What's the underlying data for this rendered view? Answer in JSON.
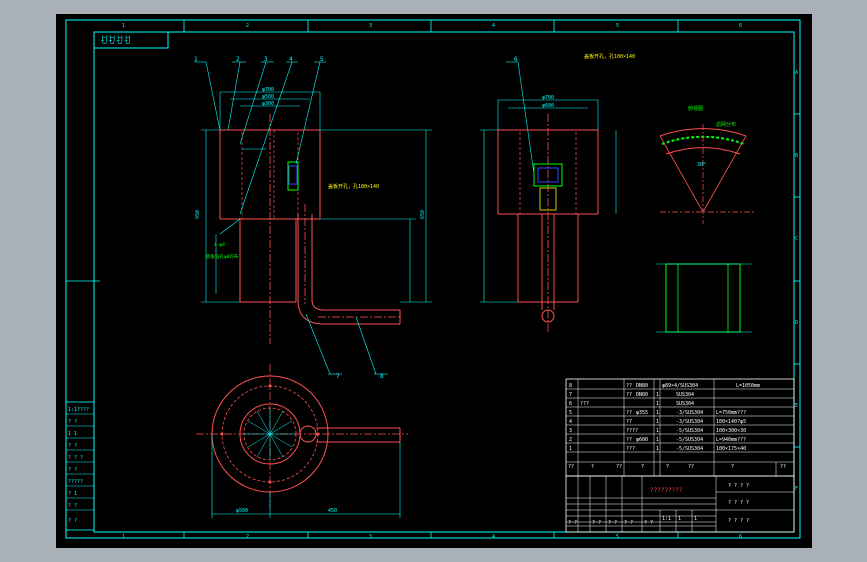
{
  "frame": {
    "cols": [
      "1",
      "2",
      "3",
      "4",
      "5",
      "6"
    ],
    "rows": [
      "A",
      "B",
      "C",
      "D",
      "E",
      "F"
    ]
  },
  "corner_tag": "\u0000\u0000\u0000\u0000",
  "corner_tag_text": "ꀀꀀꀀꀀ",
  "balloons": [
    "1",
    "2",
    "3",
    "4",
    "5",
    "6",
    "7",
    "8"
  ],
  "annotations": {
    "front_note": "盖板开孔，孔100×140",
    "side_note": "盖板开孔，孔100×140",
    "left_note1": "4-φ8",
    "left_note2": "底板钻孔φ8均布",
    "section_title": "俯视图",
    "section_note": "滤网分布"
  },
  "dimensions": {
    "top1": "φ700",
    "top2": "φ500",
    "top3": "φ300",
    "height_total": "950",
    "height_right": "650",
    "side_top": "φ700",
    "side_mid": "φ600",
    "plan_bottom": "φ500",
    "plan_right": "450",
    "angle": "30°"
  },
  "left_strip": [
    "1:1????",
    "? ?",
    "1 1",
    "? ?",
    "? ? ?",
    "? ?",
    "?????",
    "? 1",
    "? ?",
    "? ?"
  ],
  "bom": {
    "header_right": "L=1050mm",
    "rows": [
      {
        "no": "8",
        "name": "??",
        "spec": "DN80",
        "qty": "",
        "mat": "φ89×4/SUS304",
        "note": "L=1050mm"
      },
      {
        "no": "7",
        "name": "??",
        "spec": "DN80",
        "qty": "1",
        "mat": "SUS304",
        "note": ""
      },
      {
        "no": "6",
        "name": "???",
        "spec": "",
        "qty": "1",
        "mat": "SUS304",
        "note": ""
      },
      {
        "no": "5",
        "name": "??",
        "spec": "φ355",
        "qty": "1",
        "mat": "-3/SUS304",
        "note": "L=750mm???"
      },
      {
        "no": "4",
        "name": "??",
        "spec": "",
        "qty": "1",
        "mat": "-3/SUS304",
        "note": "100×140?φ5"
      },
      {
        "no": "3",
        "name": "????",
        "spec": "",
        "qty": "1",
        "mat": "-5/SUS304",
        "note": "100×300×30"
      },
      {
        "no": "2",
        "name": "??",
        "spec": "φ600",
        "qty": "1",
        "mat": "-5/SUS304",
        "note": "L=940mm???"
      },
      {
        "no": "1",
        "name": "???",
        "spec": "",
        "qty": "1",
        "mat": "-5/SUS304",
        "note": "100×175×40"
      }
    ],
    "footer": [
      "??",
      "?",
      "??",
      "?",
      "?",
      "??",
      "?",
      "??"
    ],
    "title_cells": [
      "? ? ? ?",
      "? ? ? ?",
      "? ? ? ?"
    ],
    "drawing_name": "?????????",
    "bottom_cells": [
      "? ?",
      "? ?",
      "? ?",
      "? ?",
      "? ?",
      "1:1",
      "1",
      "1"
    ]
  },
  "colors": {
    "frame": "#00ffff",
    "outline": "#ff5050",
    "center": "#ff5050",
    "dim": "#00ffff",
    "fill": "#00ff00",
    "note": "#ffff00",
    "blue": "#3344ff",
    "white": "#ffffff"
  }
}
